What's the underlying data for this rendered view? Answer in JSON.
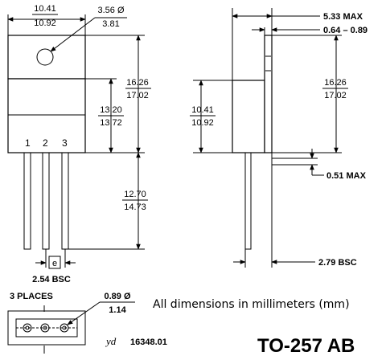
{
  "front_view": {
    "width_top": "10.41",
    "width_bottom": "10.92",
    "hole_top": "3.56 Ø",
    "hole_bottom": "3.81",
    "height_total_top": "16.26",
    "height_total_bottom": "17.02",
    "height_body_top": "13.20",
    "height_body_bottom": "13.72",
    "lead_length_top": "12.70",
    "lead_length_bottom": "14.73",
    "pin_1": "1",
    "pin_2": "2",
    "pin_3": "3",
    "pitch_symbol": "e",
    "pitch": "2.54 BSC"
  },
  "side_view": {
    "tab_thickness": "5.33 MAX",
    "flange": "0.64 – 0.89",
    "height_top": "16.26",
    "height_bottom": "17.02",
    "body_height_top": "10.41",
    "body_height_bottom": "10.92",
    "lead_thickness": "0.51 MAX",
    "lead_offset": "2.79 BSC"
  },
  "bottom_view": {
    "label": "3 PLACES",
    "pin_dia_top": "0.89 Ø",
    "pin_dia_bottom": "1.14"
  },
  "note": "All dimensions in millimeters (mm)",
  "initials": "yd",
  "drawing_number": "16348.01",
  "package": "TO-257 AB"
}
